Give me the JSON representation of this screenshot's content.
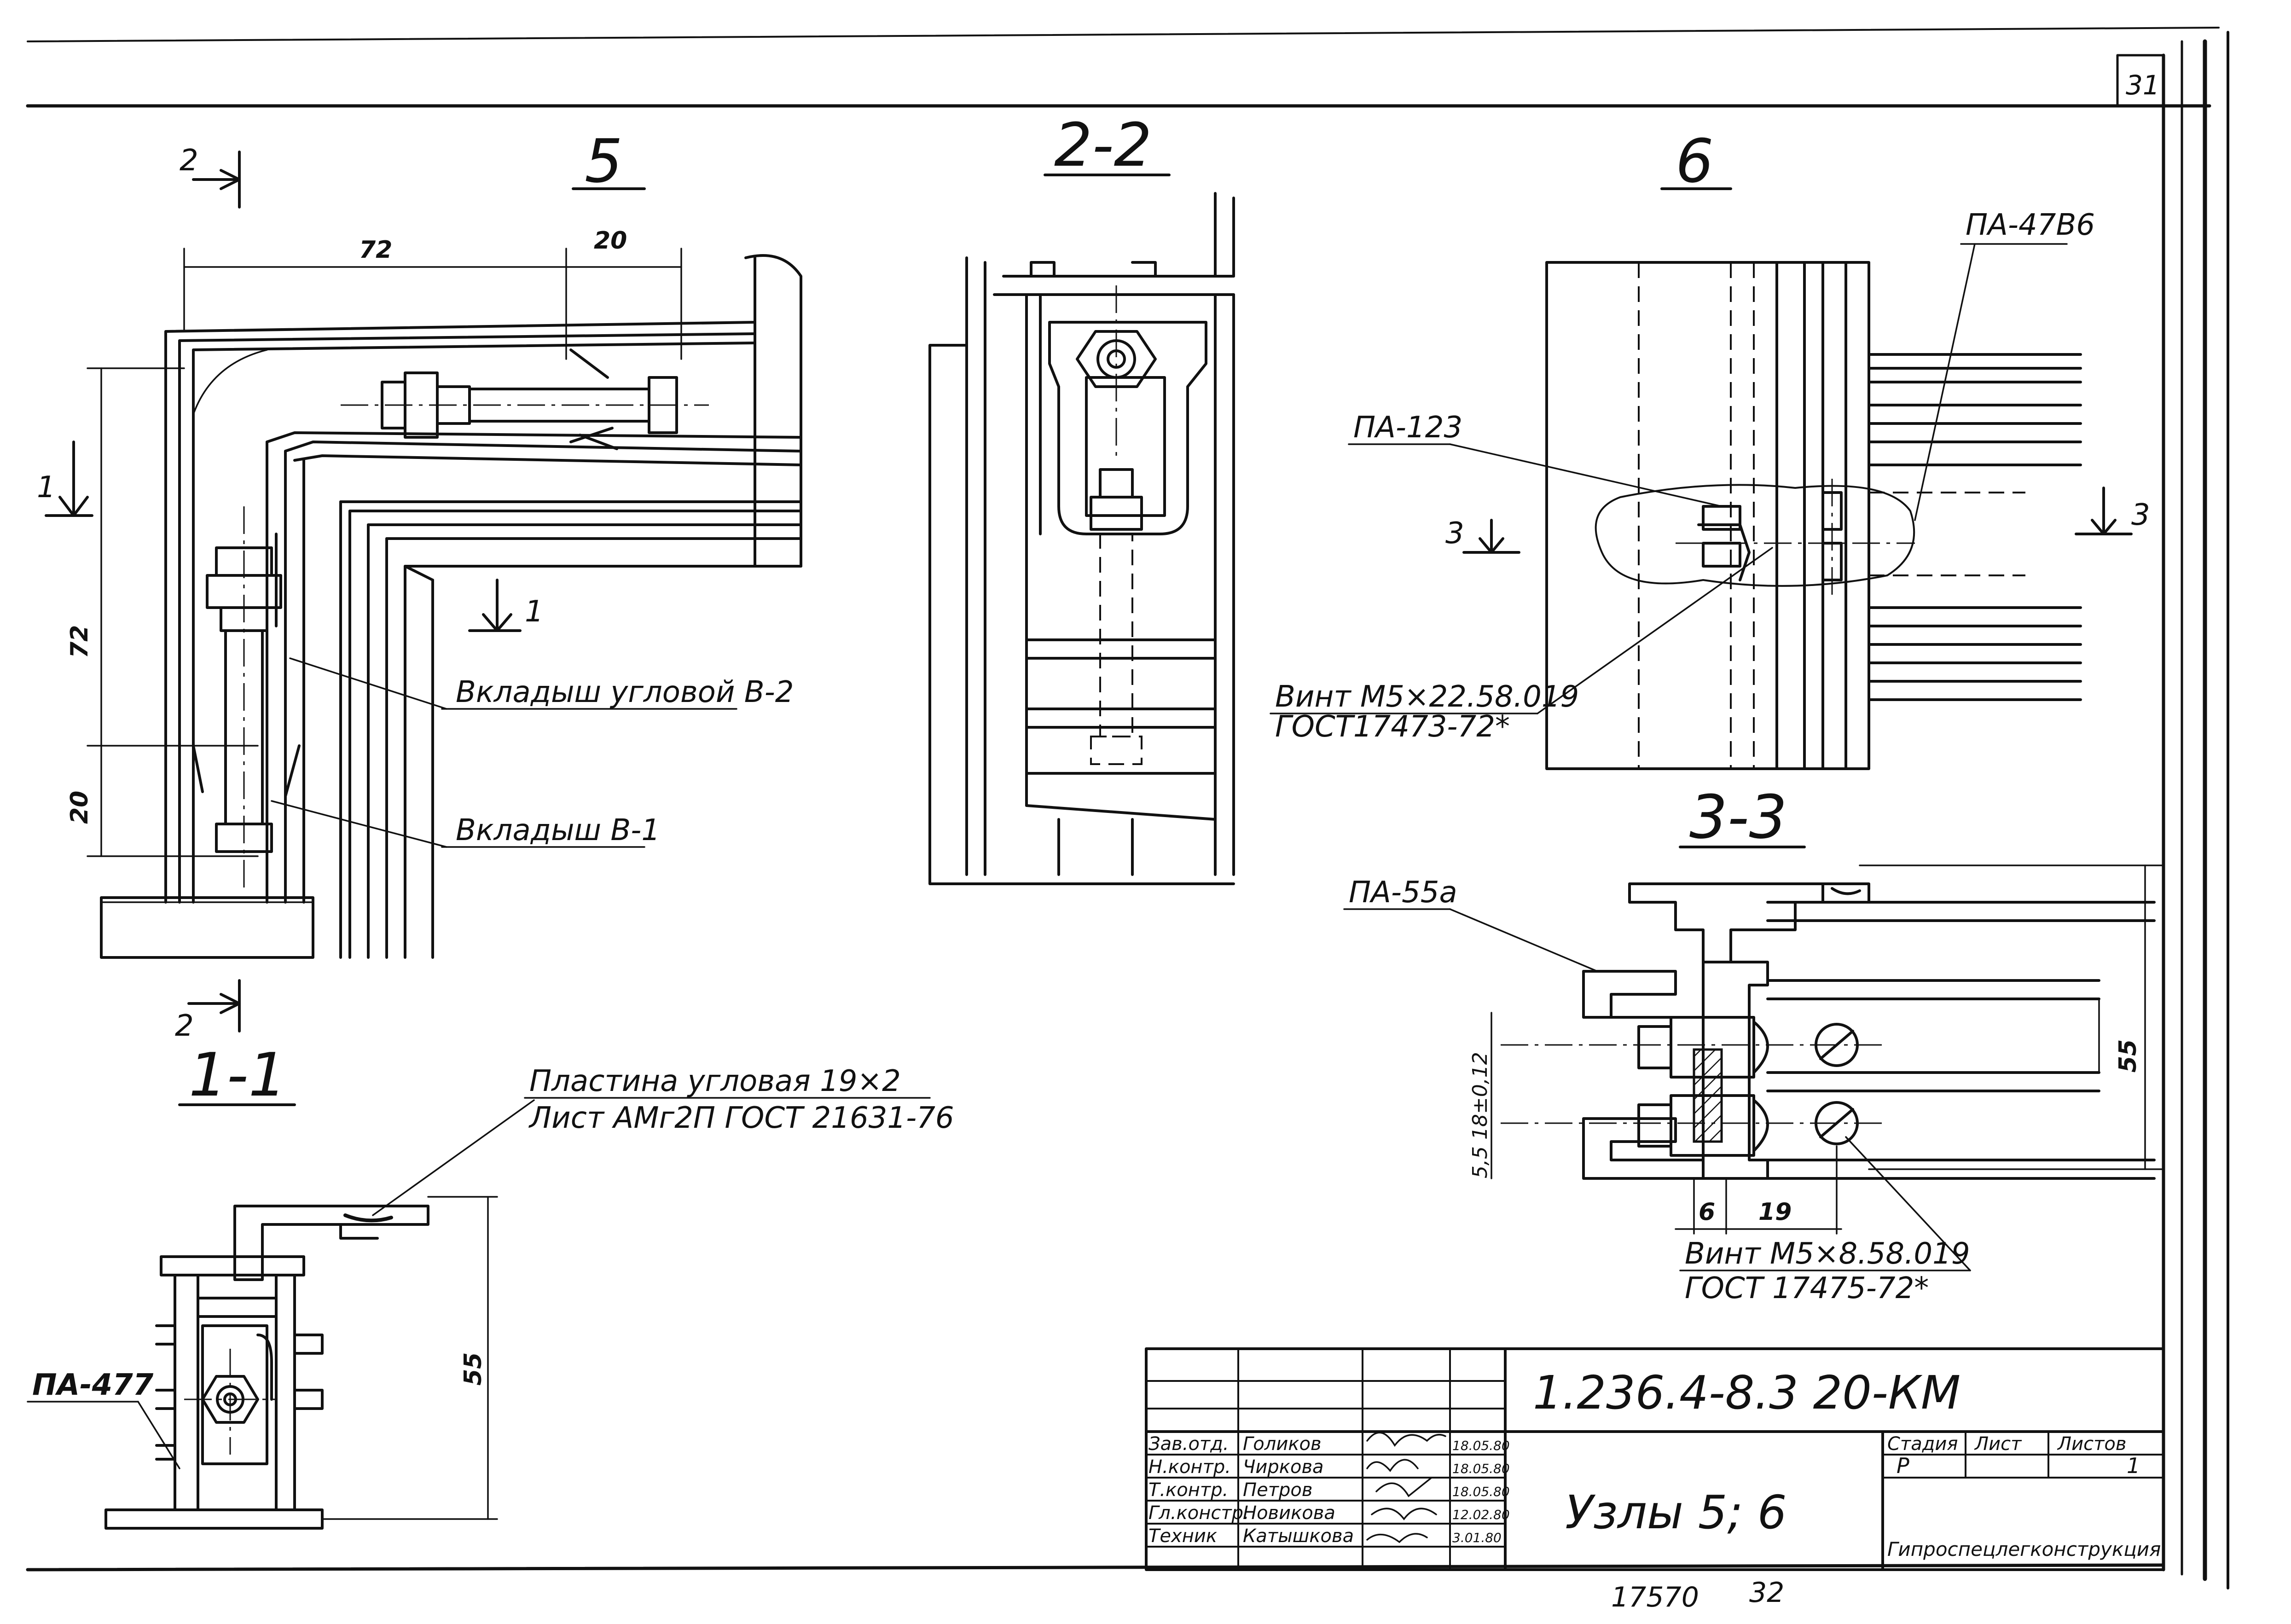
{
  "sheet": {
    "number": "31",
    "doc_code": "1.236.4-8.3   20-КМ",
    "title": "Узлы 5; 6",
    "organization": "Гипроспецлегконструкция",
    "stage_header": "Стадия",
    "sheet_header": "Лист",
    "sheets_header": "Листов",
    "stage": "Р",
    "sheets_total": "1",
    "bottom_number_left": "17570",
    "bottom_number_right": "32"
  },
  "signatures": [
    {
      "role": "Зав.отд.",
      "name": "Голиков",
      "date": "18.05.80"
    },
    {
      "role": "Н.контр.",
      "name": "Чиркова",
      "date": "18.05.80"
    },
    {
      "role": "Т.контр.",
      "name": "Петров",
      "date": "18.05.80"
    },
    {
      "role": "Гл.констр.",
      "name": "Новикова",
      "date": "12.02.80"
    },
    {
      "role": "Техник",
      "name": "Катышкова",
      "date": "3.01.80"
    }
  ],
  "views": {
    "node5": {
      "title": "5",
      "section_mark_top": "2",
      "section_mark_bottom": "2",
      "section_mark_left": "1",
      "section_mark_mid": "1",
      "dim_top_72": "72",
      "dim_top_20": "20",
      "dim_left_72": "72",
      "dim_left_20": "20",
      "label_corner_insert": "Вкладыш угловой В-2",
      "label_insert": "Вкладыш В-1"
    },
    "section22": {
      "title": "2-2"
    },
    "node6": {
      "title": "6",
      "section_mark_left": "3",
      "section_mark_right": "3",
      "label_pa123": "ПА-123",
      "label_pa47b6": "ПА-47В6",
      "screw_line1": "Винт М5×22.58.019",
      "screw_line2": "ГОСТ17473-72*"
    },
    "section33": {
      "title": "3-3",
      "label_pa55a": "ПА-55а",
      "dim_55": "55",
      "dim_offsets": "5,5  18±0,12",
      "dim_6": "6",
      "dim_19": "19",
      "screw_line1": "Винт М5×8.58.019",
      "screw_line2": "ГОСТ 17475-72*"
    },
    "section11": {
      "title": "1-1",
      "plate_line1": "Пластина угловая 19×2",
      "plate_line2": "Лист АМг2П ГОСТ 21631-76",
      "label_pa477": "ПА-477",
      "dim_55": "55"
    }
  }
}
